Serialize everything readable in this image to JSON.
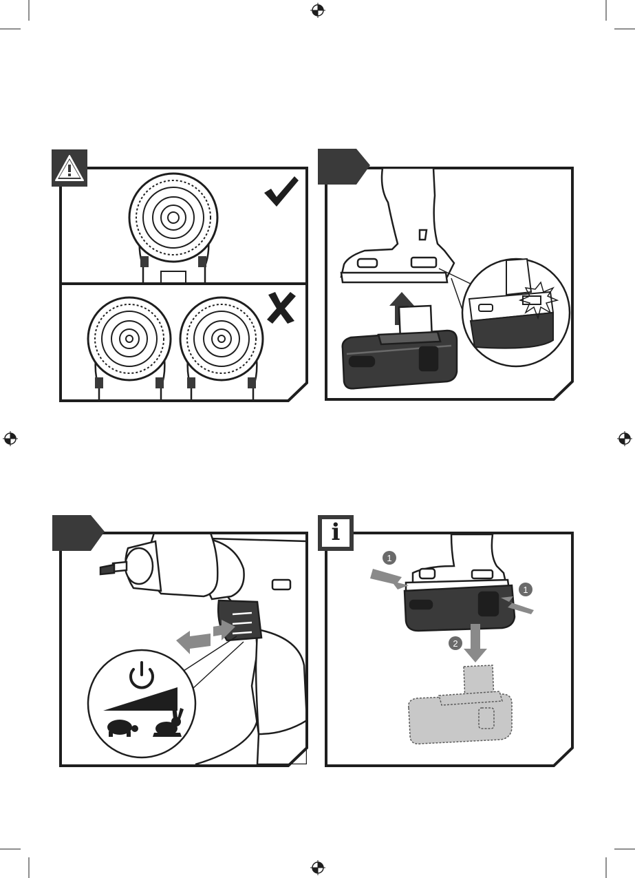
{
  "page": {
    "background": "#ffffff",
    "ink": "#1e1e1e",
    "panel_fill": "#3a3a3a"
  },
  "panels": [
    {
      "name": "alignment-panel",
      "tab_icon": "warning-icon",
      "ok_icon": "checkmark-icon",
      "wrong_icon": "cross-icon"
    },
    {
      "name": "battery-insert-panel",
      "tab_icon": "step-tab-icon",
      "arrow_icon": "arrow-up-icon"
    },
    {
      "name": "speed-trigger-panel",
      "tab_icon": "step-tab-icon",
      "power_icon": "power-icon",
      "slow_icon": "turtle-icon",
      "fast_icon": "rabbit-icon"
    },
    {
      "name": "battery-remove-panel",
      "tab_icon": "info-icon",
      "tab_label": "i",
      "steps": [
        "1",
        "1",
        "2"
      ]
    }
  ],
  "icons": {
    "registration_marks": [
      "registration-mark-icon"
    ]
  }
}
